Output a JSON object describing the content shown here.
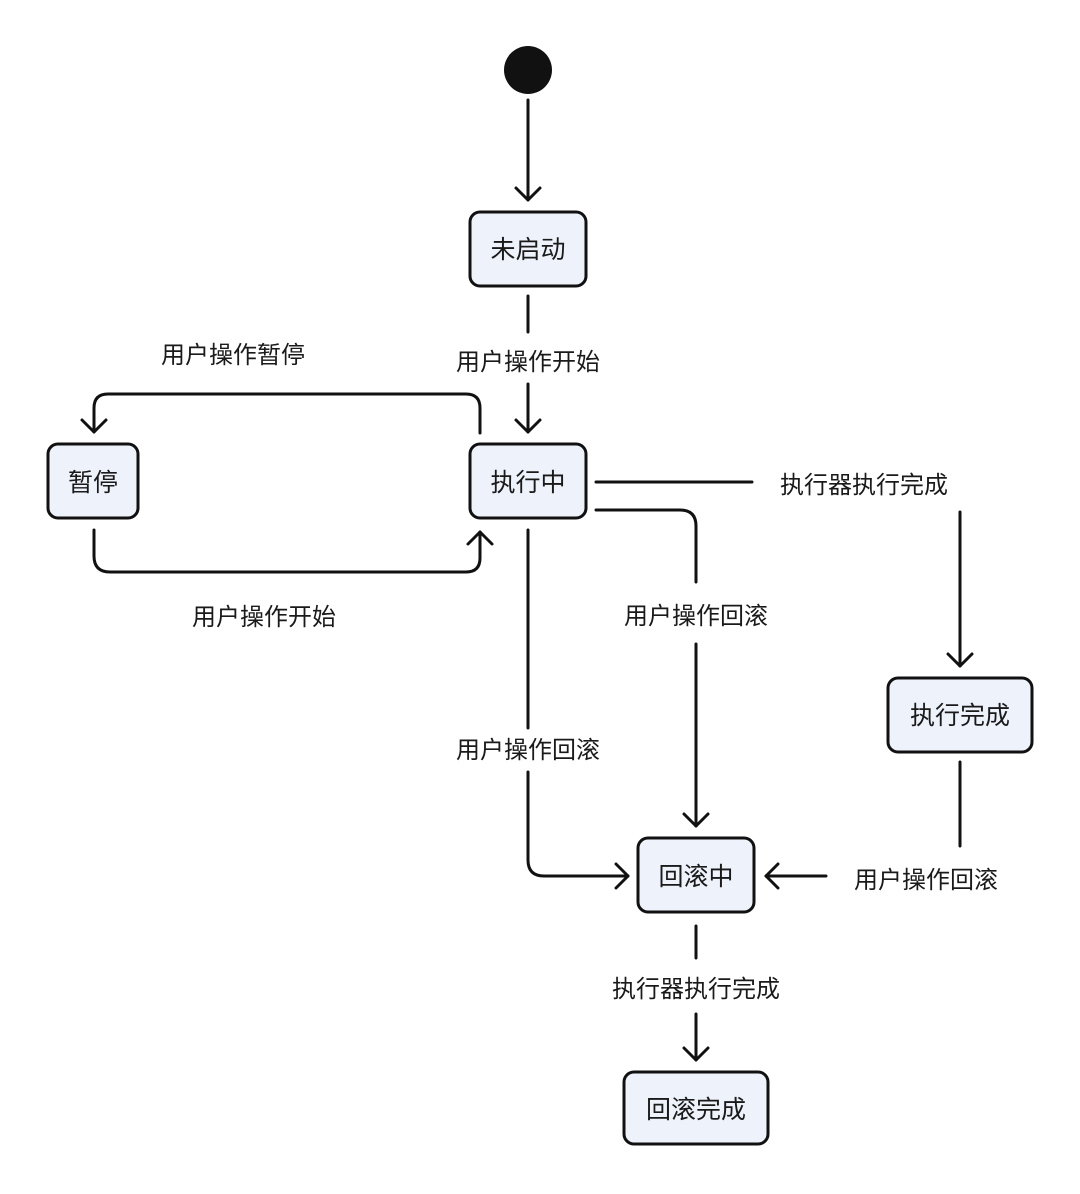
{
  "states": {
    "not_started": "未启动",
    "paused": "暂停",
    "executing": "执行中",
    "exec_complete": "执行完成",
    "rolling_back": "回滚中",
    "rollback_complete": "回滚完成"
  },
  "transitions": {
    "start_to_executing": "用户操作开始",
    "executing_to_paused": "用户操作暂停",
    "paused_to_executing": "用户操作开始",
    "executing_to_exec_complete": "执行器执行完成",
    "executing_to_rollback_left": "用户操作回滚",
    "executing_to_rollback_right": "用户操作回滚",
    "exec_complete_to_rollback": "用户操作回滚",
    "rollback_to_complete": "执行器执行完成"
  },
  "colors": {
    "state_fill": "#eef2fb",
    "stroke": "#111111"
  }
}
